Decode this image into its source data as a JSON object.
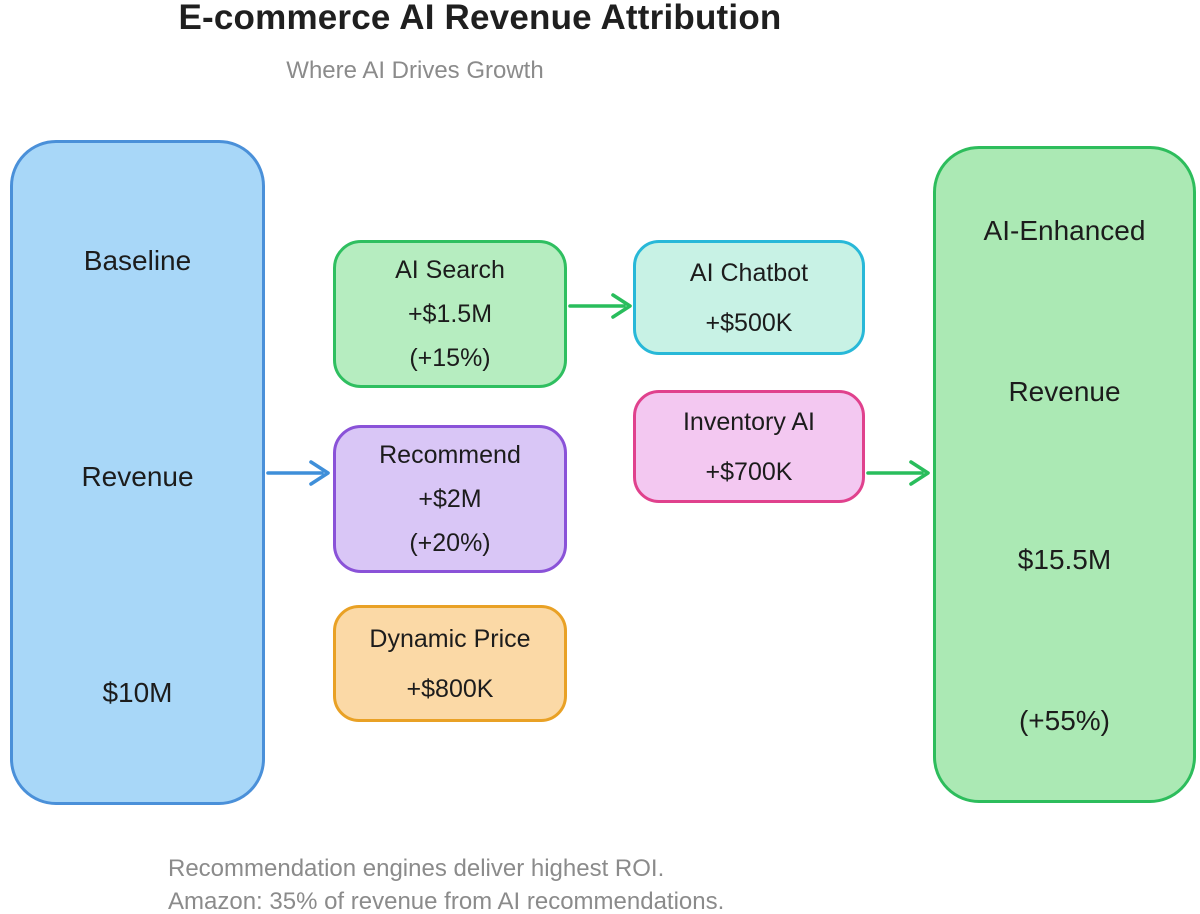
{
  "title": "E-commerce AI Revenue Attribution",
  "subtitle": "Where AI Drives Growth",
  "colors": {
    "background": "#ffffff",
    "text": "#1c1c1c",
    "muted_text": "#8b8b8b"
  },
  "nodes": {
    "baseline": {
      "lines": [
        "Baseline",
        "Revenue",
        "$10M"
      ],
      "fill": "#a8d7f8",
      "border": "#4a90d9"
    },
    "ai_search": {
      "lines": [
        "AI Search",
        "+$1.5M",
        "(+15%)"
      ],
      "fill": "#b6edc0",
      "border": "#2fbf60"
    },
    "ai_chatbot": {
      "lines": [
        "AI Chatbot",
        "+$500K"
      ],
      "fill": "#c8f2e5",
      "border": "#28b8d8"
    },
    "recommend": {
      "lines": [
        "Recommend",
        "+$2M",
        "(+20%)"
      ],
      "fill": "#d9c6f6",
      "border": "#8a52d8"
    },
    "inventory": {
      "lines": [
        "Inventory AI",
        "+$700K"
      ],
      "fill": "#f3c8f1",
      "border": "#e0418d"
    },
    "dynamic_price": {
      "lines": [
        "Dynamic Price",
        "+$800K"
      ],
      "fill": "#fbd9a6",
      "border": "#e9a125"
    },
    "enhanced": {
      "lines": [
        "AI-Enhanced",
        "Revenue",
        "$15.5M",
        "(+55%)"
      ],
      "fill": "#abe9b4",
      "border": "#2dbd5c"
    }
  },
  "arrows": {
    "baseline_to_recommend": {
      "from": "baseline",
      "to": "recommend",
      "color": "#3f8fd9"
    },
    "ai_search_to_ai_chatbot": {
      "from": "ai_search",
      "to": "ai_chatbot",
      "color": "#29bd5c"
    },
    "inventory_to_enhanced": {
      "from": "inventory",
      "to": "enhanced",
      "color": "#29bd5c"
    }
  },
  "footer": {
    "lines": [
      "Recommendation engines deliver highest ROI.",
      "Amazon: 35% of revenue from AI recommendations."
    ]
  }
}
